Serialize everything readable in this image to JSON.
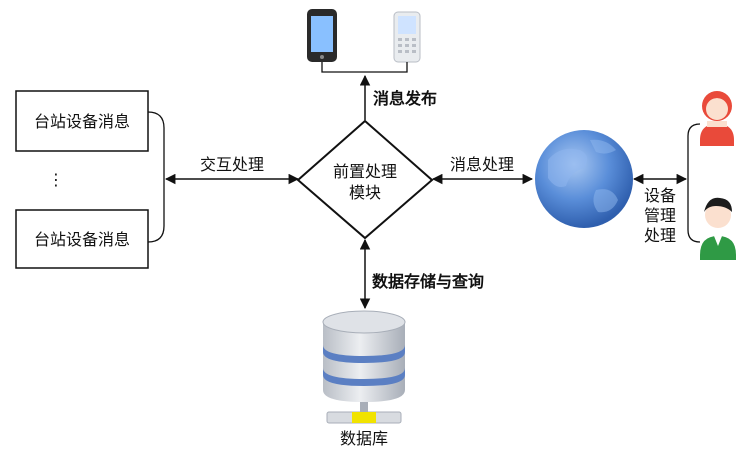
{
  "nodes": {
    "station_top": "台站设备消息",
    "ellipsis": "⋮",
    "station_bottom": "台站设备消息",
    "center_line1": "前置处理",
    "center_line2": "模块",
    "database": "数据库"
  },
  "edges": {
    "interaction": "交互处理",
    "publish": "消息发布",
    "message_processing": "消息处理",
    "storage_query": "数据存储与查询",
    "device_mgmt_1": "设备",
    "device_mgmt_2": "管理",
    "device_mgmt_3": "处理"
  },
  "colors": {
    "globe": "#4f86d6",
    "user_red": "#e94a3a",
    "user_green": "#2f9a45",
    "db_body": "#d8dbe0",
    "db_band": "#5b7fc3",
    "db_connector": "#f1e300"
  }
}
